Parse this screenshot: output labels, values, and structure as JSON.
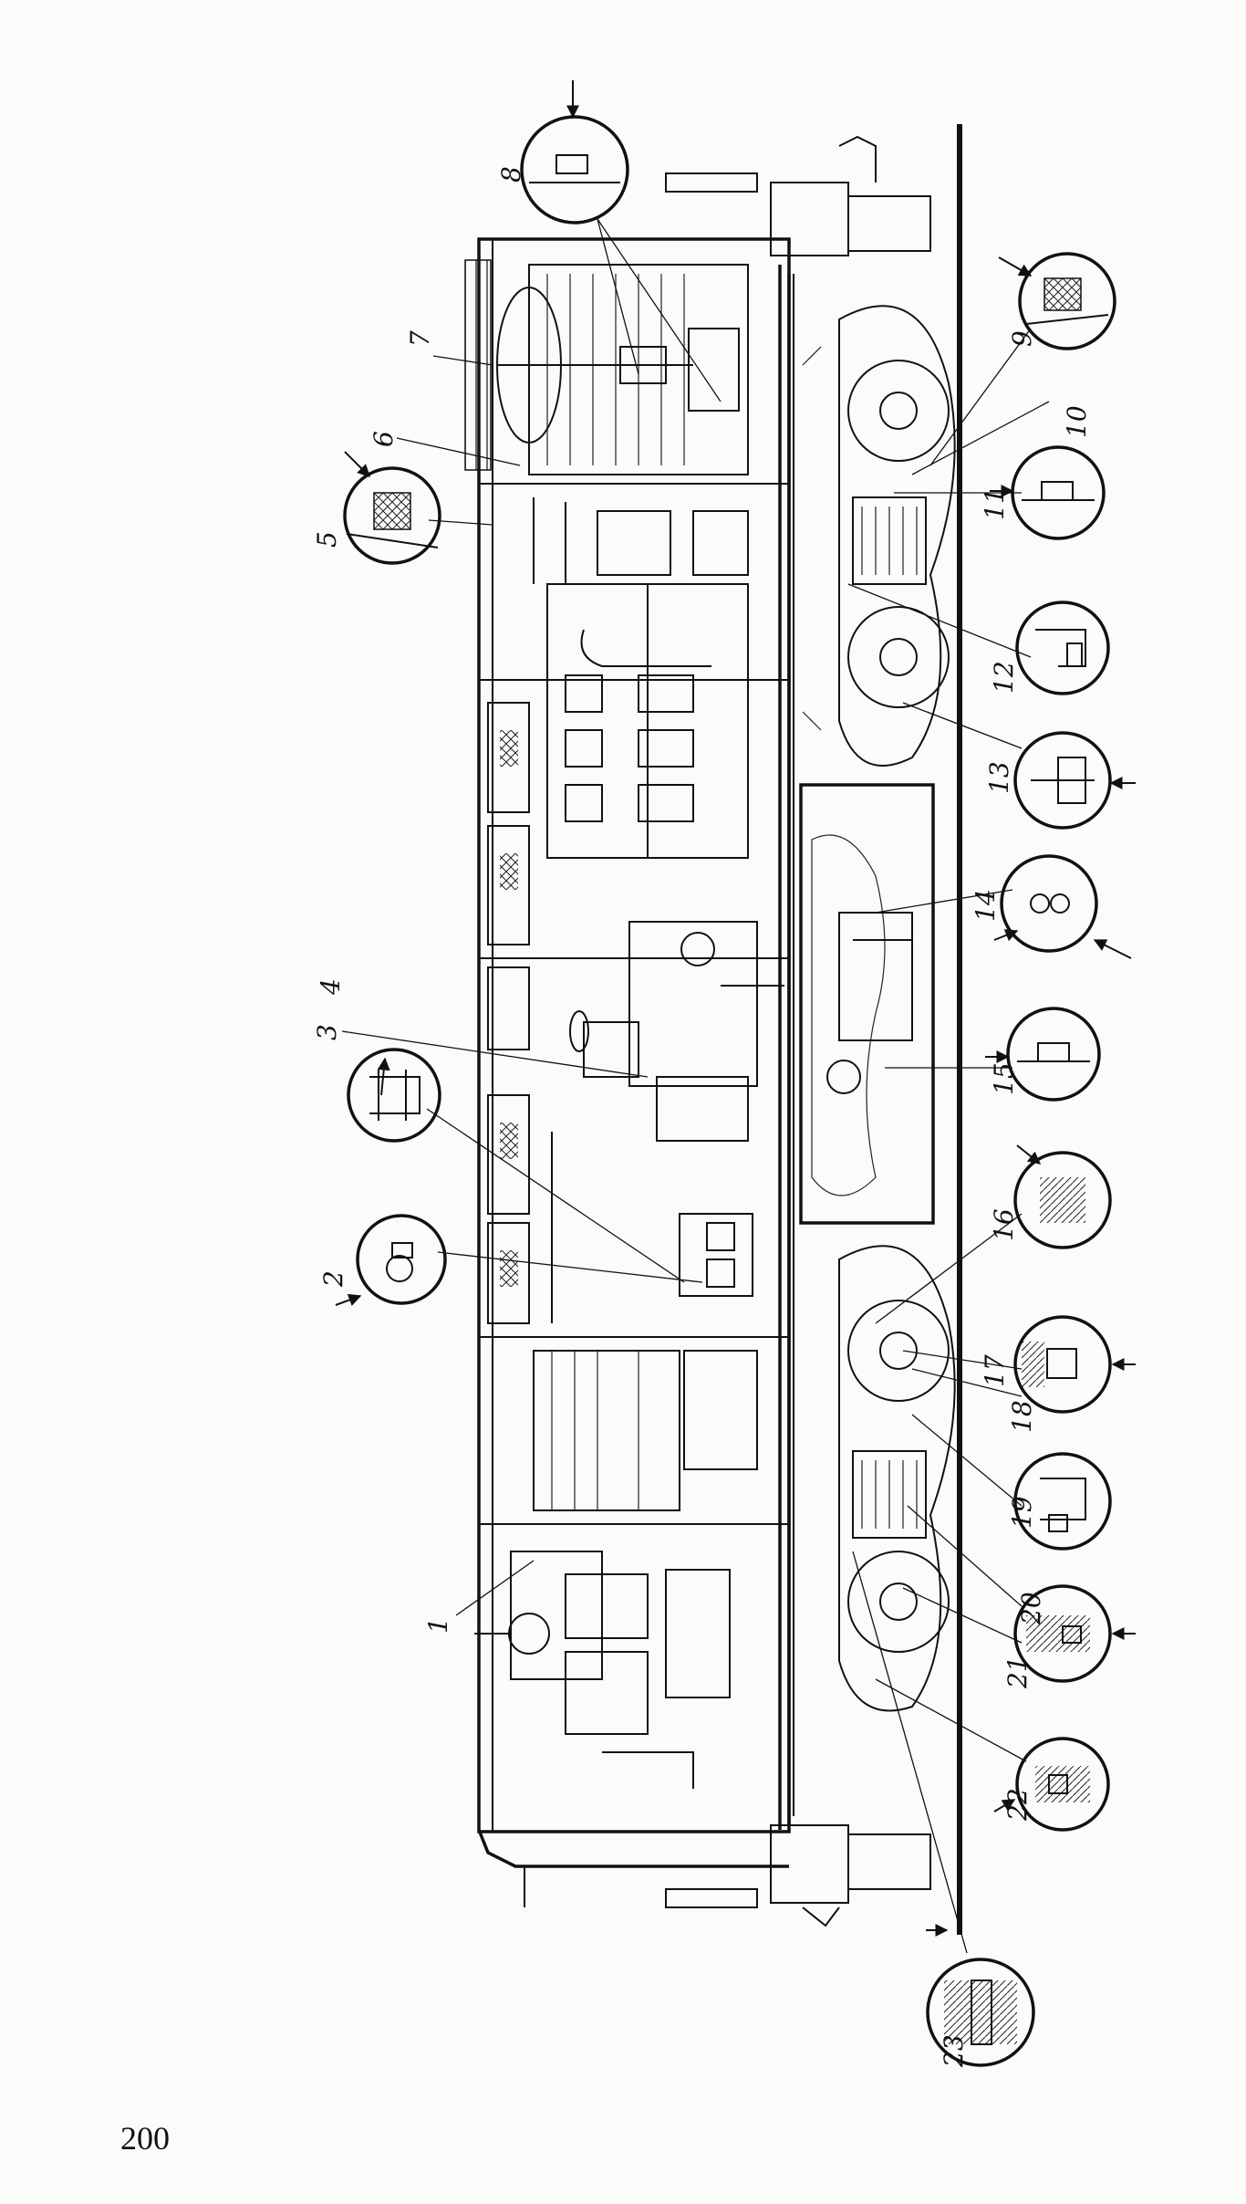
{
  "page_number": "200",
  "callouts": [
    "1",
    "2",
    "3",
    "4",
    "5",
    "6",
    "7",
    "8",
    "9",
    "10",
    "11",
    "12",
    "13",
    "14",
    "15",
    "16",
    "17",
    "18",
    "19",
    "20",
    "21",
    "22",
    "23"
  ]
}
